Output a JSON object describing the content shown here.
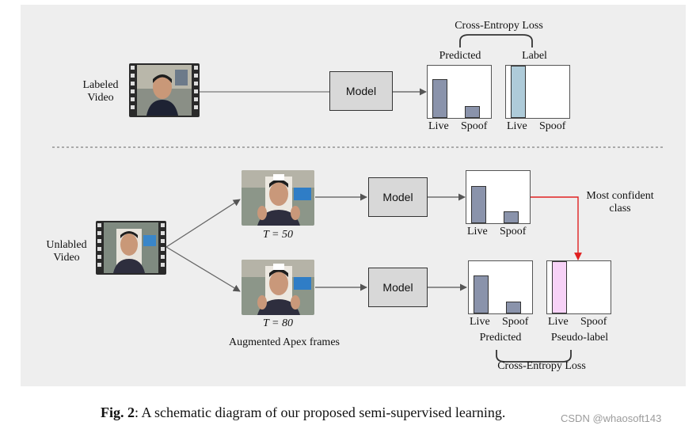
{
  "colors": {
    "panel_bg": "#eeeeee",
    "model_fill": "#d8d8d8",
    "bar_predicted": "#8a93ab",
    "bar_label_live": "#aecbd9",
    "bar_pseudo_live": "#f7d2f7",
    "confidence_arrow": "#e02020"
  },
  "top": {
    "input_label_line1": "Labeled",
    "input_label_line2": "Video",
    "model_label": "Model",
    "loss_label": "Cross-Entropy Loss",
    "predicted_label": "Predicted",
    "label_label": "Label",
    "predicted_hist": {
      "live": 0.74,
      "spoof": 0.22,
      "tick_live": "Live",
      "tick_spoof": "Spoof"
    },
    "label_hist": {
      "live": 1.0,
      "spoof": 0.0,
      "tick_live": "Live",
      "tick_spoof": "Spoof"
    }
  },
  "bottom": {
    "input_label_line1": "Unlabled",
    "input_label_line2": "Video",
    "branch1": {
      "t_label": "T = 50",
      "model_label": "Model",
      "predicted_hist": {
        "live": 0.71,
        "spoof": 0.22,
        "tick_live": "Live",
        "tick_spoof": "Spoof"
      }
    },
    "branch2": {
      "t_label": "T = 80",
      "model_label": "Model",
      "predicted_hist": {
        "live": 0.73,
        "spoof": 0.22,
        "tick_live": "Live",
        "tick_spoof": "Spoof"
      },
      "pseudo_hist": {
        "live": 1.0,
        "spoof": 0.0,
        "tick_live": "Live",
        "tick_spoof": "Spoof"
      }
    },
    "augmented_label": "Augmented Apex frames",
    "most_confident_line1": "Most confident",
    "most_confident_line2": "class",
    "predicted_label": "Predicted",
    "pseudo_label": "Pseudo-label",
    "loss_label": "Cross-Entropy Loss"
  },
  "caption": {
    "fig_label": "Fig. 2",
    "text": ": A schematic diagram of our proposed semi-supervised learning."
  },
  "watermark": "CSDN @whaosoft143",
  "icons": [
    "film-strip-icon",
    "face-photo-icon"
  ]
}
